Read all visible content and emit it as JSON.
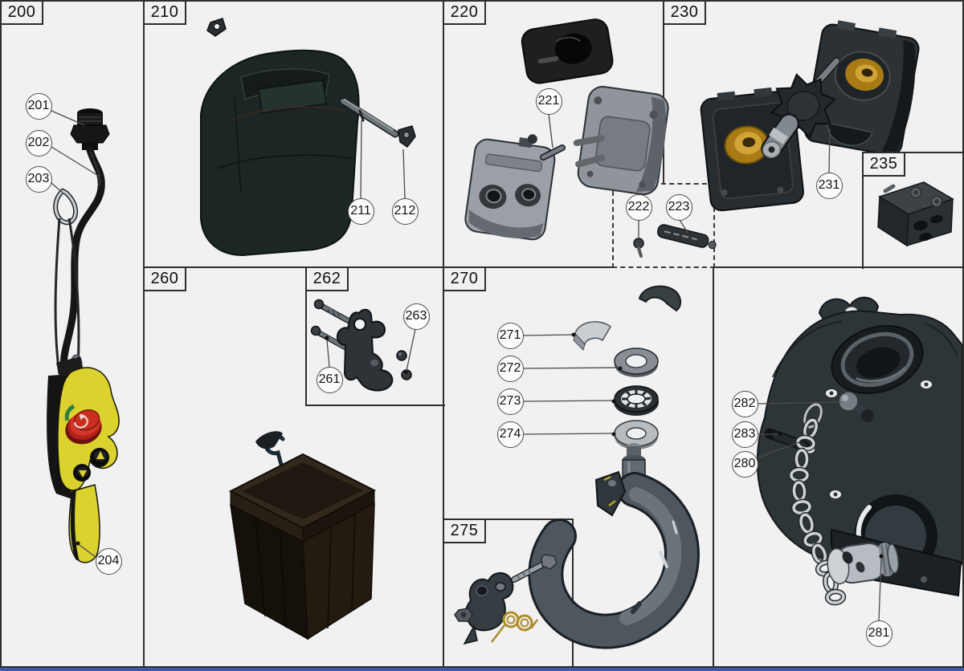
{
  "document": {
    "kind": "exploded-parts-diagram"
  },
  "colors": {
    "background": "#f1f1f2",
    "grid_line": "#2e2e2e",
    "bottom_accent_bar": "#3e5ca6",
    "callout_background": "#fcfcfc",
    "pendant_yellow": "#dcd22e",
    "estop_red": "#c6281c",
    "bushing_gold": "#d2a336",
    "spring_gold": "#ad8c2b"
  },
  "panels": {
    "p200": {
      "label": "200"
    },
    "p210": {
      "label": "210"
    },
    "p220": {
      "label": "220"
    },
    "p230": {
      "label": "230"
    },
    "p235": {
      "label": "235"
    },
    "p260": {
      "label": "260"
    },
    "p262": {
      "label": "262"
    },
    "p270": {
      "label": "270"
    },
    "p275": {
      "label": "275"
    }
  },
  "callouts": {
    "c201": {
      "label": "201"
    },
    "c202": {
      "label": "202"
    },
    "c203": {
      "label": "203"
    },
    "c204": {
      "label": "204"
    },
    "c211": {
      "label": "211"
    },
    "c212": {
      "label": "212"
    },
    "c221": {
      "label": "221"
    },
    "c222": {
      "label": "222"
    },
    "c223": {
      "label": "223"
    },
    "c231": {
      "label": "231"
    },
    "c261": {
      "label": "261"
    },
    "c263": {
      "label": "263"
    },
    "c271": {
      "label": "271"
    },
    "c272": {
      "label": "272"
    },
    "c273": {
      "label": "273"
    },
    "c274": {
      "label": "274"
    },
    "c280": {
      "label": "280"
    },
    "c281": {
      "label": "281"
    },
    "c282": {
      "label": "282"
    },
    "c283": {
      "label": "283"
    }
  }
}
